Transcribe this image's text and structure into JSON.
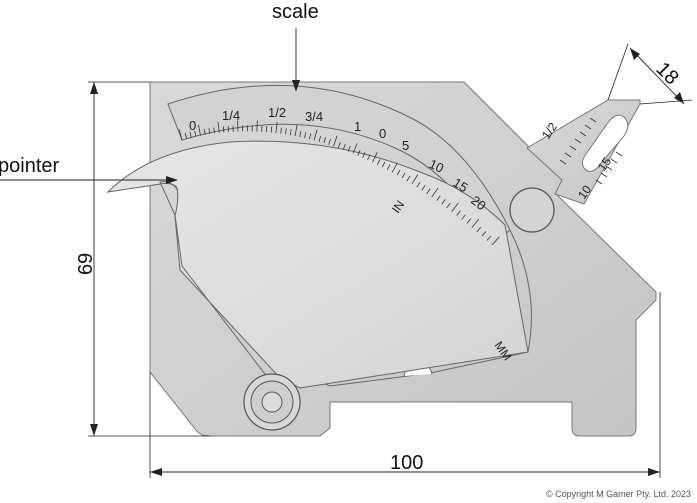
{
  "labels": {
    "scale": "scale",
    "pointer": "pointer",
    "height_dim": "69",
    "width_dim": "100",
    "slot_dim": "18"
  },
  "inch_scale": [
    "0",
    "1/4",
    "1/2",
    "3/4",
    "1"
  ],
  "mm_scale": [
    "0",
    "5",
    "10",
    "15",
    "20"
  ],
  "unit_in": "IN",
  "unit_mm": "MM",
  "side_scale": [
    "1/2",
    "15",
    "10"
  ],
  "copyright": "© Copyright M Gamer Pty. Ltd. 2023"
}
